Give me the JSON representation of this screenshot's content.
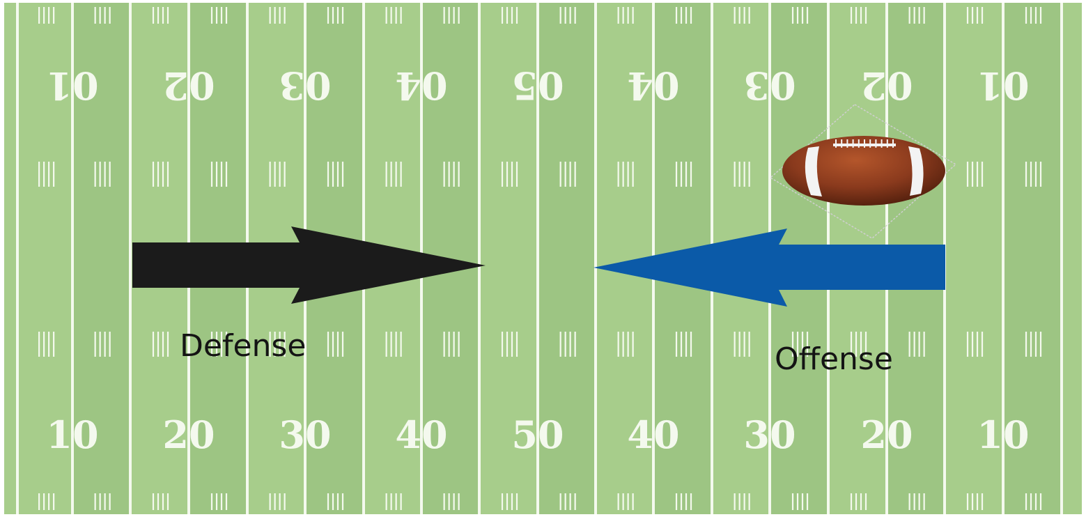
{
  "colors": {
    "field": "#a7cd8b",
    "field_dark": "#93bd79",
    "lines": "#f4f9ee",
    "defense_arrow": "#1b1b1b",
    "offense_arrow": "#0b5aa8",
    "ball": "#8a3a1d",
    "ball_stripe": "#f3f3f3"
  },
  "field": {
    "top_numbers": [
      "01",
      "02",
      "03",
      "04",
      "05",
      "04",
      "03",
      "02",
      "01"
    ],
    "bottom_numbers": [
      "10",
      "20",
      "30",
      "40",
      "50",
      "40",
      "30",
      "20",
      "10"
    ]
  },
  "icons": {
    "defense_arrow": "arrow-right-icon",
    "offense_arrow": "arrow-left-icon",
    "football": "football-icon"
  },
  "labels": {
    "defense": "Defense",
    "offense": "Offense"
  }
}
